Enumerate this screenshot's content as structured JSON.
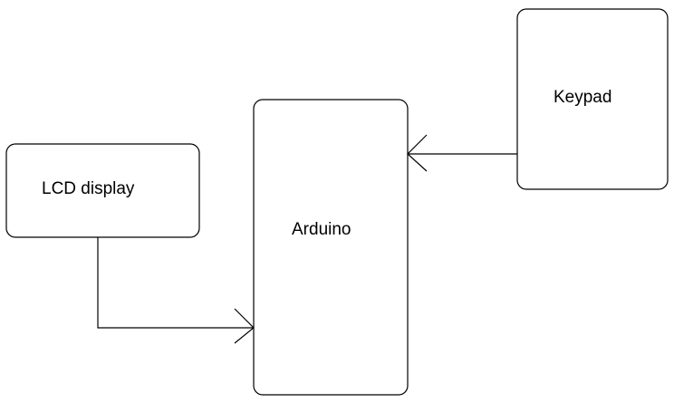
{
  "diagram": {
    "nodes": {
      "lcd": {
        "label": "LCD display"
      },
      "arduino": {
        "label": "Arduino"
      },
      "keypad": {
        "label": "Keypad"
      }
    },
    "edges": [
      {
        "from": "LCD display",
        "to": "Arduino"
      },
      {
        "from": "Keypad",
        "to": "Arduino"
      }
    ],
    "colors": {
      "stroke": "#000000",
      "background": "#ffffff"
    }
  }
}
